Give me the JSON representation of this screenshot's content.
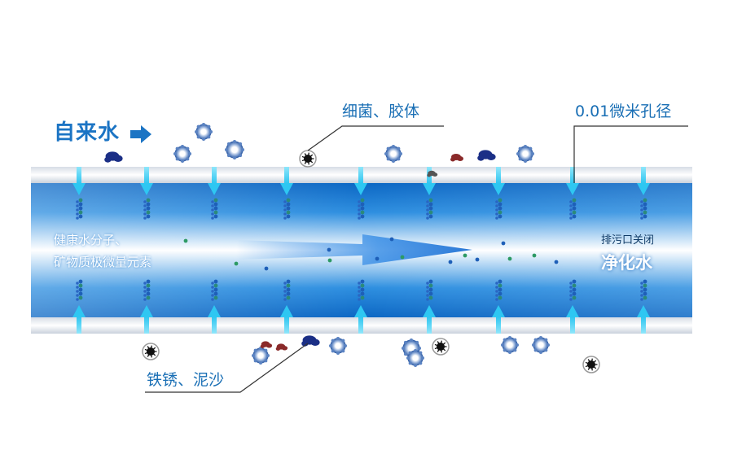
{
  "labels": {
    "inlet": "自来水",
    "bacteria": "细菌、胶体",
    "pore": "0.01微米孔径",
    "molecules_line1": "健康水分子、",
    "molecules_line2": "矿物质极微量元素",
    "drain": "排污口关闭",
    "purified": "净化水",
    "rust": "铁锈、泥沙"
  },
  "colors": {
    "pipe_core": "#ffffff",
    "pipe_mid": "#4aa9ec",
    "pipe_edge": "#0c67c4",
    "arrow_cyan": "#3fd2f4",
    "callout_text": "#1a6fb5",
    "particle_ring": "#4d7fbf",
    "particle_dark": "#222222",
    "particle_red": "#8a2a2a",
    "particle_navy": "#1b2f86"
  },
  "icons": {
    "inlet_arrow": "arrow-right-icon",
    "bacteria": "bacteria-icon",
    "colloid": "colloid-ring-icon",
    "rust": "rust-particle-icon",
    "flow": "flow-arrow-icon"
  }
}
